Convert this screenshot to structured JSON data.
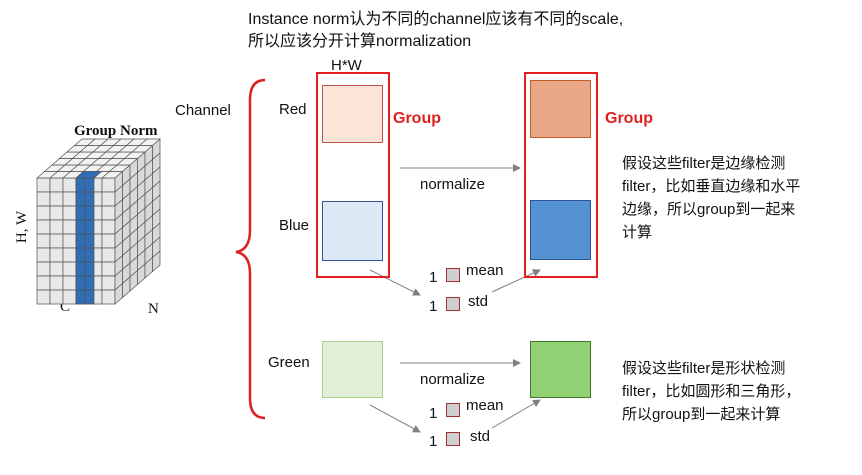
{
  "header": {
    "line1": "Instance norm认为不同的channel应该有不同的scale,",
    "line2": "所以应该分开计算normalization"
  },
  "cube": {
    "title": "Group Norm",
    "label_hw": "H, W",
    "label_c": "C",
    "label_n": "N",
    "highlight_color": "#2f6db5"
  },
  "labels": {
    "hw": "H*W",
    "channel": "Channel",
    "red": "Red",
    "blue": "Blue",
    "green": "Green",
    "group_left": "Group",
    "group_right": "Group",
    "normalize_top": "normalize",
    "normalize_bottom": "normalize"
  },
  "stats": {
    "top": {
      "mean_num": "1",
      "mean_label": "mean",
      "std_num": "1",
      "std_label": "std"
    },
    "bottom": {
      "mean_num": "1",
      "mean_label": "mean",
      "std_num": "1",
      "std_label": "std"
    }
  },
  "notes": {
    "edge_lines": [
      "假设这些filter是边缘检测",
      "filter，比如垂直边缘和水平",
      "边缘，所以group到一起来",
      "计算"
    ],
    "shape_lines": [
      "假设这些filter是形状检测",
      "filter，比如圆形和三角形，",
      "所以group到一起来计算"
    ]
  },
  "colors": {
    "red_before": "#fbe5d6",
    "red_after": "#e9a785",
    "blue_before": "#dde9f5",
    "blue_after": "#5592d2",
    "green_before": "#e2f0d9",
    "green_after": "#92d275",
    "group_red": "#e02020"
  }
}
